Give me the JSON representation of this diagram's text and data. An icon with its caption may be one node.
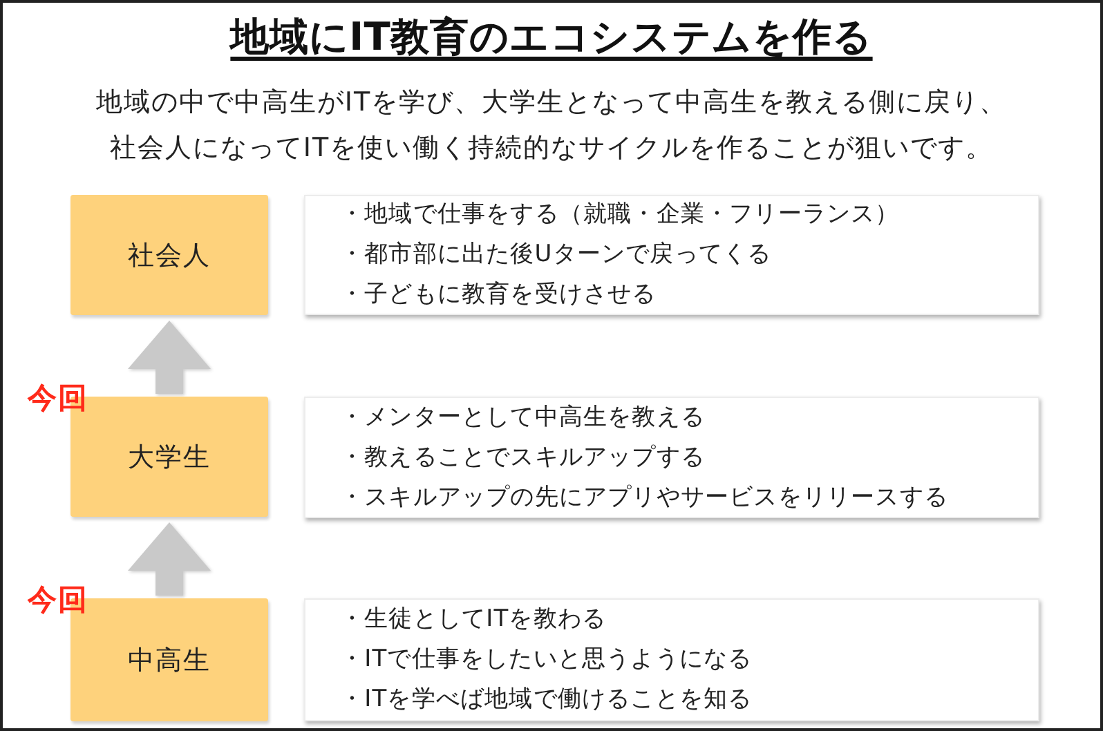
{
  "diagram": {
    "title": "地域にIT教育のエコシステムを作る",
    "nodes": [
      {
        "text": [
          "社会人"
        ]
      },
      {
        "text": [
          "・地域で仕事をする（就職・企業・フリーランス）",
          "・都市部に出た後Uターンで戻ってくる",
          "・子どもに教育を受けさせる"
        ]
      },
      {
        "text": [
          "大学生"
        ],
        "beside": [
          "今回"
        ]
      },
      {
        "text": [
          "・メンターとして中高生を教える",
          "・教えることでスキルアップする",
          "・スキルアップの先にアプリやサービスをリリースする"
        ]
      },
      {
        "text": [
          "中高生"
        ],
        "beside": [
          "今回"
        ]
      },
      {
        "text": [
          "・生徒としてITを教わる",
          "・ITで仕事をしたいと思うようになる",
          "・ITを学べば地域で働けることを知る"
        ]
      }
    ],
    "edges": [
      {
        "from": 2,
        "to": 0,
        "arrow": "to",
        "style": "thick"
      },
      {
        "from": 4,
        "to": 2,
        "arrow": "to",
        "style": "thick"
      }
    ],
    "labels": [
      "地域の中で中高生がITを学び、大学生となって中高生を教える側に戻り、社会人になってITを使い働く持続的なサイクルを作ることが狙いです。"
    ]
  }
}
